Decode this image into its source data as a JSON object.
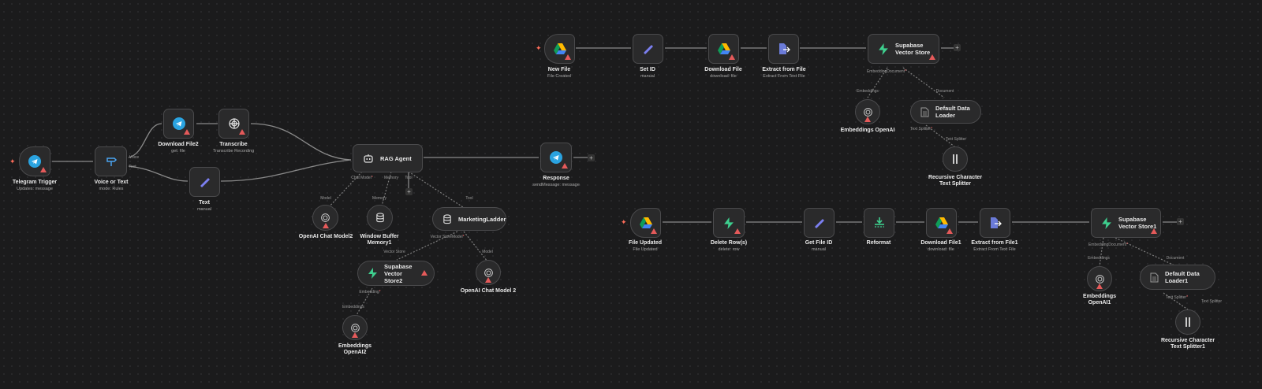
{
  "canvas": {
    "background": "#1b1b1c",
    "node_fill": "#2a2a2b",
    "warning_color": "#e55a5a",
    "trigger_color": "#ff6d5a"
  },
  "nodes": {
    "telegram_trigger": {
      "title": "Telegram Trigger",
      "subtitle": "Updates: message",
      "icon": "telegram-icon"
    },
    "voice_or_text": {
      "title": "Voice or Text",
      "subtitle": "mode: Rules",
      "icon": "switch-icon",
      "outputs": [
        "Voice",
        "Text"
      ]
    },
    "download_file2": {
      "title": "Download File2",
      "subtitle": "get: file",
      "icon": "telegram-icon"
    },
    "transcribe": {
      "title": "Transcribe",
      "subtitle": "Transcribe Recording",
      "icon": "openai-icon"
    },
    "text": {
      "title": "Text",
      "subtitle": "manual",
      "icon": "pencil-icon"
    },
    "rag_agent": {
      "title": "RAG Agent",
      "icon": "robot-icon",
      "ports": [
        "Chat Model",
        "Memory",
        "Tool"
      ]
    },
    "response": {
      "title": "Response",
      "subtitle": "sendMessage: message",
      "icon": "telegram-icon"
    },
    "openai_chat_model2": {
      "title": "OpenAI Chat Model2",
      "port": "Model",
      "icon": "openai-icon"
    },
    "window_buffer_memory": {
      "title": "Window Buffer Memory1",
      "port": "Memory",
      "icon": "database-icon"
    },
    "marketing_ladder": {
      "title": "MarketingLadder",
      "port": "Tool",
      "icon": "database-icon",
      "ports": [
        "Vector Store",
        "Model"
      ]
    },
    "supabase_vector_store2": {
      "title": "Supabase Vector Store2",
      "port": "Vector Store",
      "icon": "supabase-icon",
      "ports": [
        "Embedding"
      ]
    },
    "openai_chat_model2b": {
      "title": "OpenAI Chat Model 2",
      "port": "Model",
      "icon": "openai-icon"
    },
    "embeddings_openai2": {
      "title": "Embeddings OpenAI2",
      "port": "Embeddings",
      "icon": "openai-icon"
    },
    "new_file": {
      "title": "New File",
      "subtitle": "File Created",
      "icon": "google-drive-icon"
    },
    "set_id": {
      "title": "Set ID",
      "subtitle": "manual",
      "icon": "pencil-icon"
    },
    "download_file": {
      "title": "Download File",
      "subtitle": "download: file",
      "icon": "google-drive-icon"
    },
    "extract_from_file": {
      "title": "Extract from File",
      "subtitle": "Extract From Text File",
      "icon": "extract-icon"
    },
    "supabase_vector_store": {
      "title": "Supabase Vector Store",
      "icon": "supabase-icon",
      "ports": [
        "Embedding",
        "Document"
      ]
    },
    "embeddings_openai": {
      "title": "Embeddings OpenAI",
      "port": "Embeddings",
      "icon": "openai-icon"
    },
    "default_data_loader": {
      "title": "Default Data Loader",
      "port": "Document",
      "icon": "document-icon",
      "ports": [
        "Text Splitter"
      ]
    },
    "recursive_splitter": {
      "title": "Recursive Character Text Splitter",
      "port": "Text Splitter",
      "icon": "splitter-icon"
    },
    "file_updated": {
      "title": "File Updated",
      "subtitle": "File Updated",
      "icon": "google-drive-icon"
    },
    "delete_rows": {
      "title": "Delete Row(s)",
      "subtitle": "delete: row",
      "icon": "supabase-icon"
    },
    "get_file_id": {
      "title": "Get File ID",
      "subtitle": "manual",
      "icon": "pencil-icon"
    },
    "reformat": {
      "title": "Reformat",
      "icon": "download-icon"
    },
    "download_file1": {
      "title": "Download File1",
      "subtitle": "download: file",
      "icon": "google-drive-icon"
    },
    "extract_from_file1": {
      "title": "Extract from File1",
      "subtitle": "Extract From Text File",
      "icon": "extract-icon"
    },
    "supabase_vector_store1": {
      "title": "Supabase Vector Store1",
      "icon": "supabase-icon",
      "ports": [
        "Embedding",
        "Document"
      ]
    },
    "embeddings_openai1": {
      "title": "Embeddings OpenAI1",
      "port": "Embeddings",
      "icon": "openai-icon"
    },
    "default_data_loader1": {
      "title": "Default Data Loader1",
      "port": "Document",
      "icon": "document-icon",
      "ports": [
        "Text Splitter"
      ]
    },
    "recursive_splitter1": {
      "title": "Recursive Character Text Splitter1",
      "port": "Text Splitter",
      "icon": "splitter-icon"
    }
  }
}
